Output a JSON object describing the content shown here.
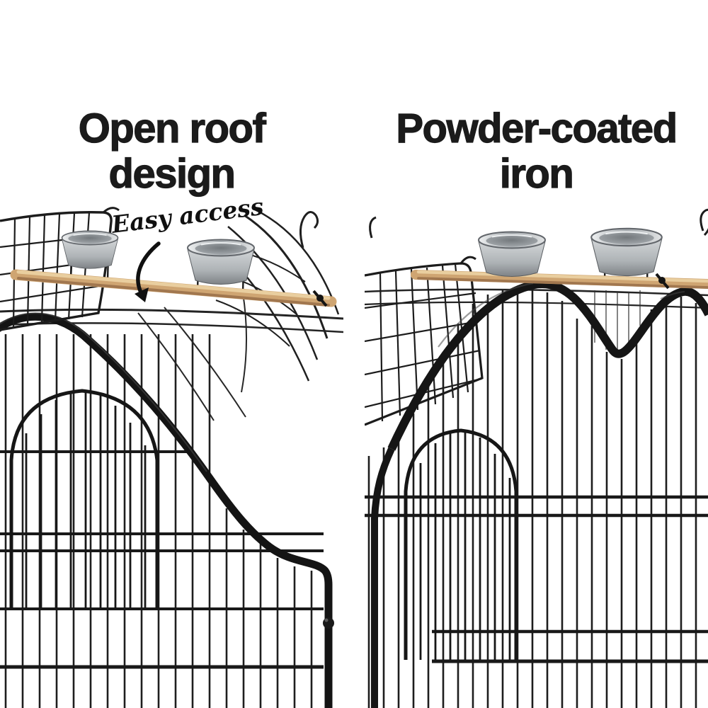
{
  "left": {
    "heading_line1": "Open roof",
    "heading_line2": "design",
    "annotation": "Easy access"
  },
  "right": {
    "heading_line1": "Powder-coated",
    "heading_line2": "iron"
  },
  "icons": {
    "easy_access_arrow": "curved hand-drawn arrow pointing from label down to the perch"
  },
  "colors": {
    "background": "#ffffff",
    "heading_text": "#1b1b1b",
    "cage_iron": "#1a1a1a",
    "perch_wood": "#cfa572",
    "bowl_steel": "#c0c4c7"
  }
}
